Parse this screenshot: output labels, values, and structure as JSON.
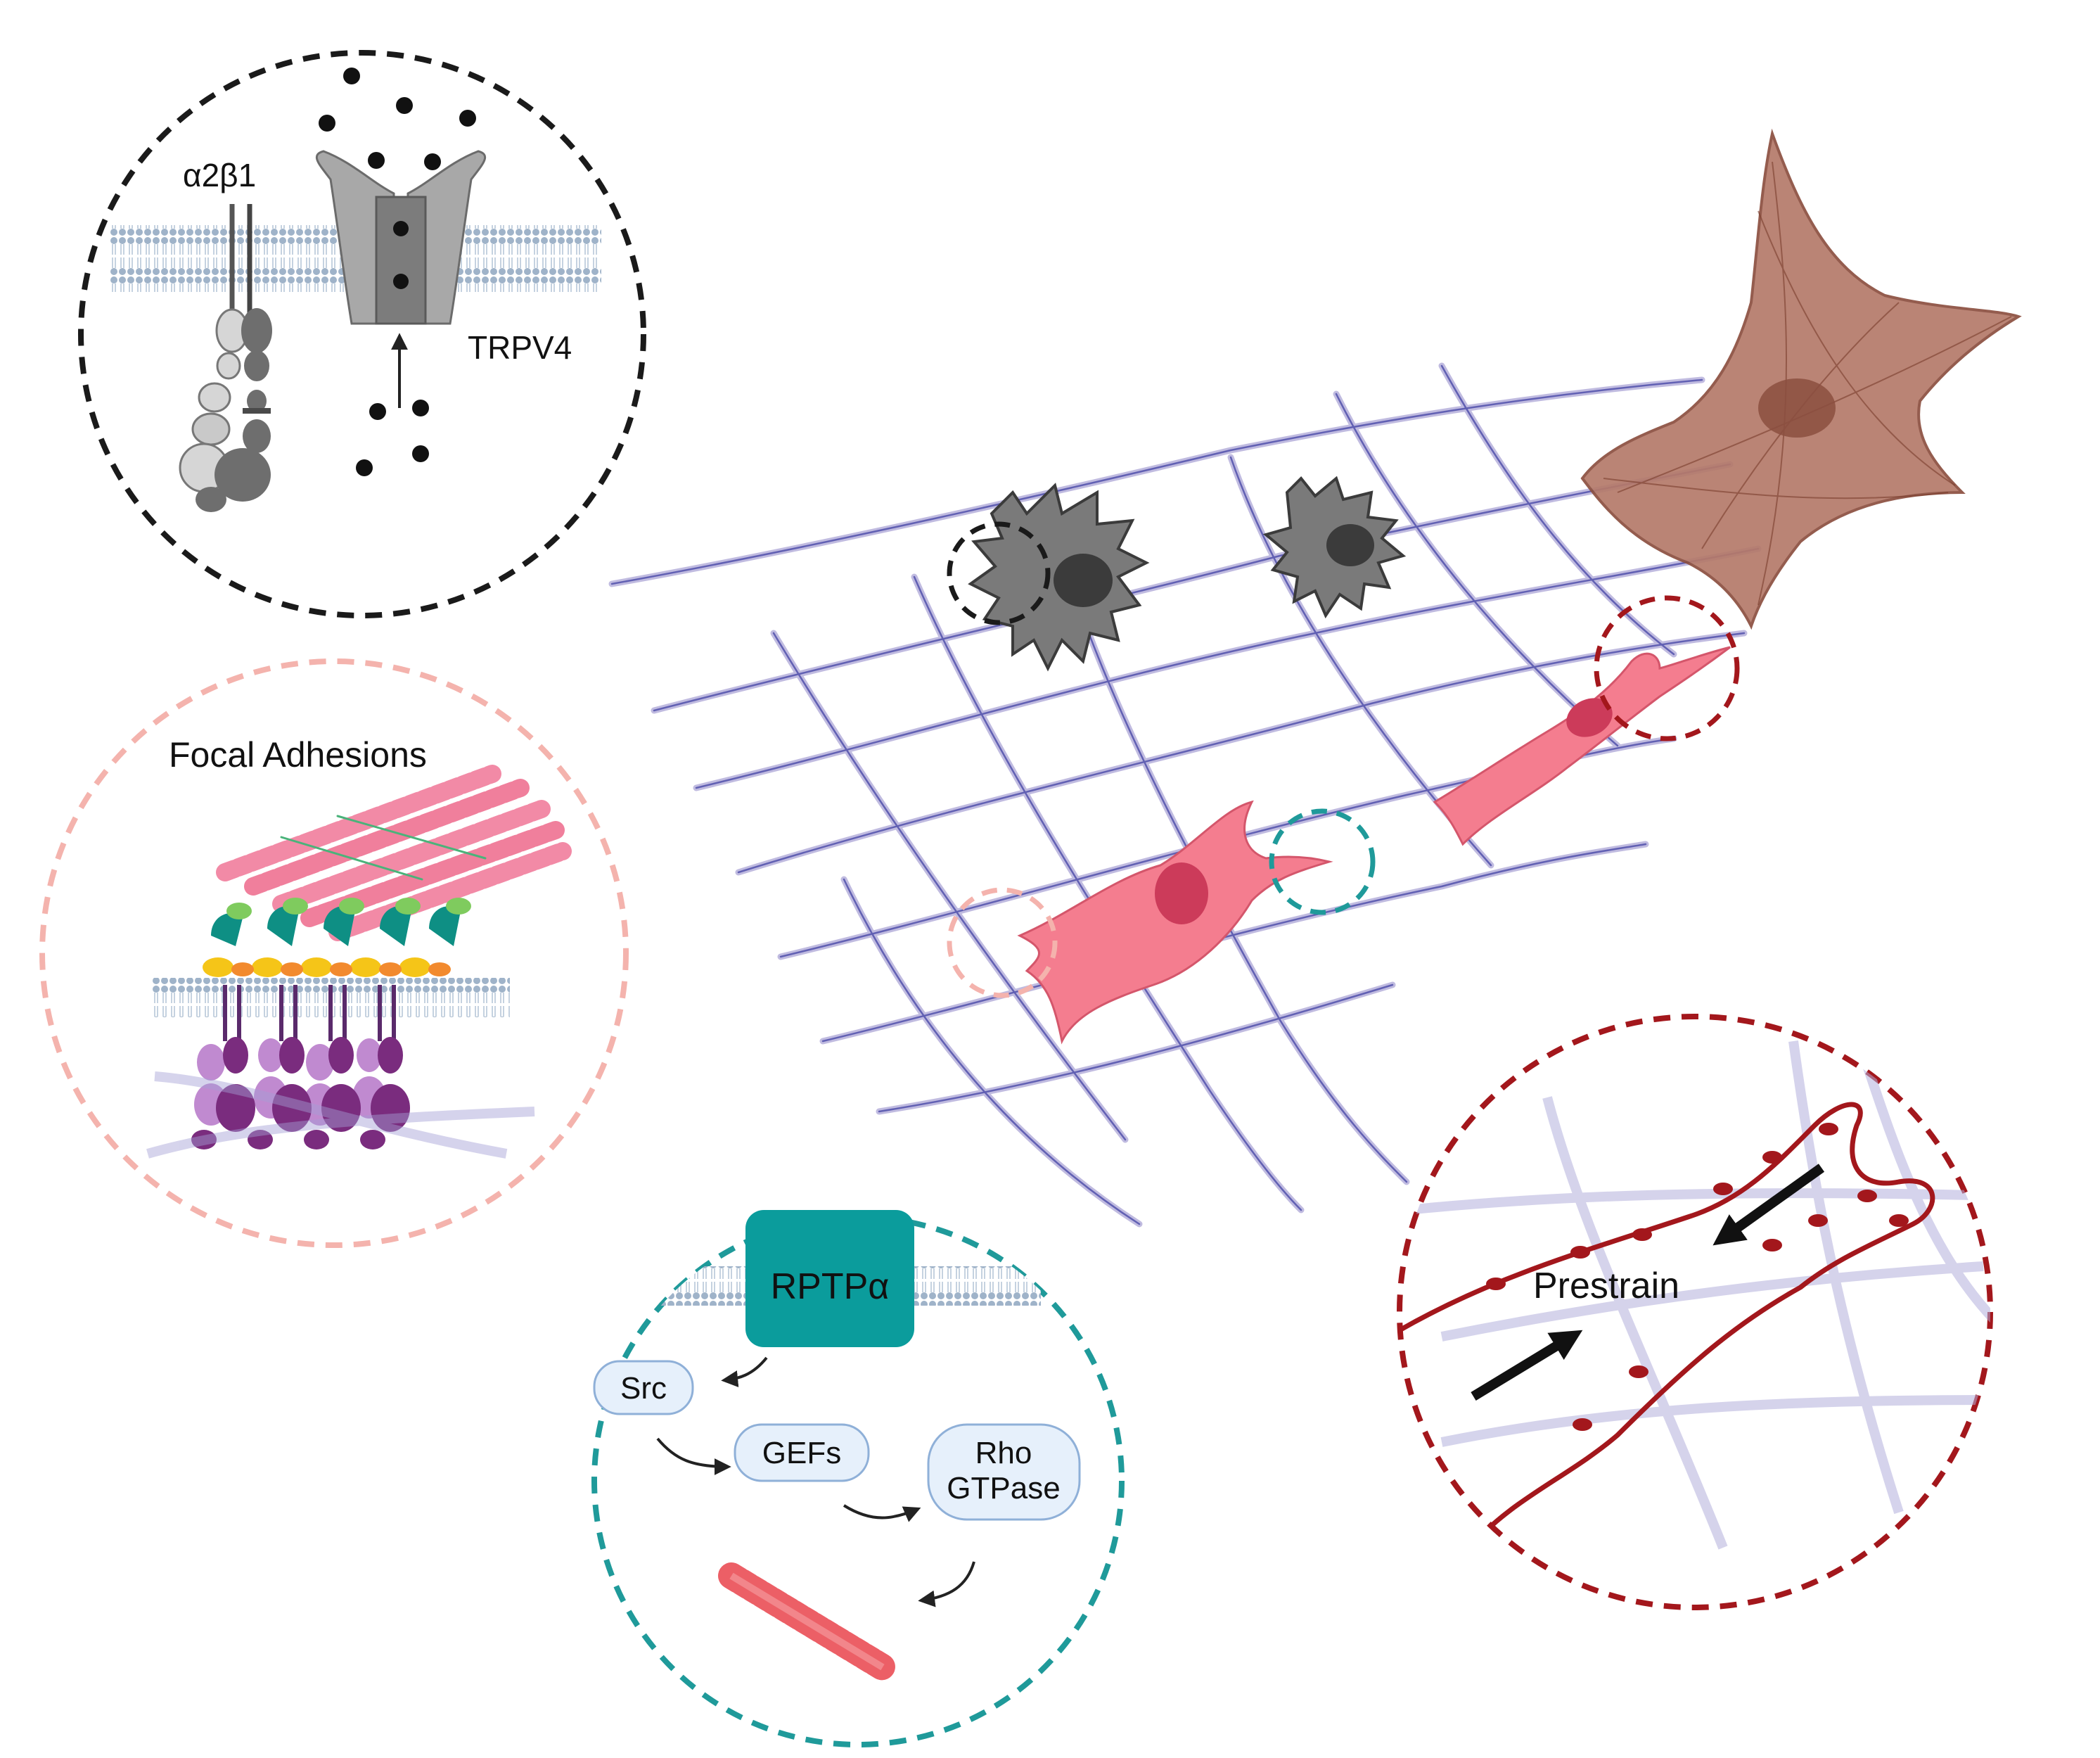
{
  "labels": {
    "integrin": "α2β1",
    "channel": "TRPV4",
    "focal_adhesions": "Focal Adhesions",
    "rptp": "RPTPα",
    "src": "Src",
    "gefs": "GEFs",
    "rho_line1": "Rho",
    "rho_line2": "GTPase",
    "prestrain": "Prestrain"
  },
  "colors": {
    "black_circle": "#1a1a1a",
    "pink_circle": "#f4b3ad",
    "teal_circle": "#1f9a9a",
    "red_circle": "#a3171c",
    "collagen": "#7c74b8",
    "fibroblast": "#ef6f82",
    "myofibroblast": "#b9786a",
    "macrophage": "#707070",
    "rptp_box": "#0b9c9c",
    "node_fill": "#e6f0fb"
  },
  "icons": [
    "membrane-bilayer",
    "ion-channel-icon",
    "integrin-icon",
    "actin-filament-icon",
    "macrophage-cell",
    "fibroblast-cell",
    "myofibroblast-cell"
  ]
}
